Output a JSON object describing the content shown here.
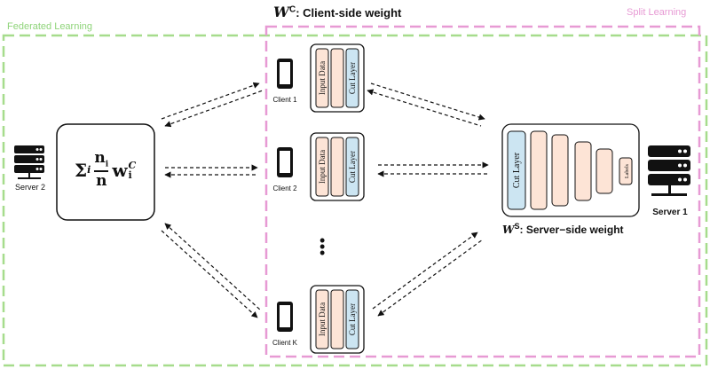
{
  "labels": {
    "federated_learning": "Federated Learning",
    "split_learning": "Split Learning",
    "client_weight_symbol": "W",
    "client_weight_sup": "C",
    "client_weight_text": ": Client-side weight",
    "server_weight_symbol": "W",
    "server_weight_sup": "S",
    "server_weight_text": ": Server−side weight"
  },
  "formula": {
    "sigma": "Σ",
    "sigma_sub": "i",
    "numerator": "n",
    "numerator_sub": "i",
    "denominator": "n",
    "weight": "w",
    "weight_sub": "i",
    "weight_sup": "C"
  },
  "clients": [
    {
      "name": "Client 1",
      "layers": [
        "Input Data",
        "",
        "Cut Layer"
      ]
    },
    {
      "name": "Client 2",
      "layers": [
        "Input Data",
        "",
        "Cut Layer"
      ]
    },
    {
      "name": "Client K",
      "layers": [
        "Input Data",
        "",
        "Cut Layer"
      ]
    }
  ],
  "servers": {
    "aggregator": "Server 2",
    "split": "Server 1"
  },
  "server_model": {
    "cut_layer": "Cut Layer",
    "labels": "Labels"
  },
  "ellipsis": "•\n•\n•",
  "colors": {
    "federated_border": "#a6dc8c",
    "split_border": "#e79ad4",
    "input_fill": "#fde4d6",
    "cut_fill": "#cce5f2",
    "server_fill": "#e6f2f8"
  }
}
